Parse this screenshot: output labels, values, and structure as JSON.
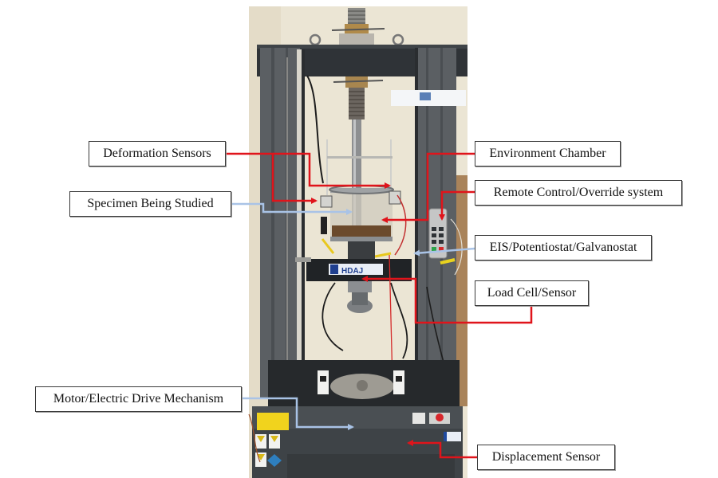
{
  "figure": {
    "title": "Annotated electrochemical-mechanical test frame",
    "labels": {
      "deformation_sensors": "Deformation Sensors",
      "specimen": "Specimen Being Studied",
      "environment_chamber": "Environment Chamber",
      "remote_control": "Remote Control/Override system",
      "eis": "EIS/Potentiostat/Galvanostat",
      "load_cell": "Load Cell/Sensor",
      "motor": "Motor/Electric Drive Mechanism",
      "displacement": "Displacement Sensor"
    },
    "leader_colors": {
      "red": "#e0141b",
      "blue": "#a9c3e6"
    },
    "photo_colors": {
      "wall": "#ece6d6",
      "frame": "#5b5f63",
      "crosshead": "#2e3236",
      "base": "#3d4245",
      "brass": "#b08a4a"
    },
    "nameplate": "HDAJ",
    "icons": [
      "test-frame-photo",
      "emergency-stop-icon",
      "warning-sign-icon",
      "keypad-icon"
    ]
  }
}
